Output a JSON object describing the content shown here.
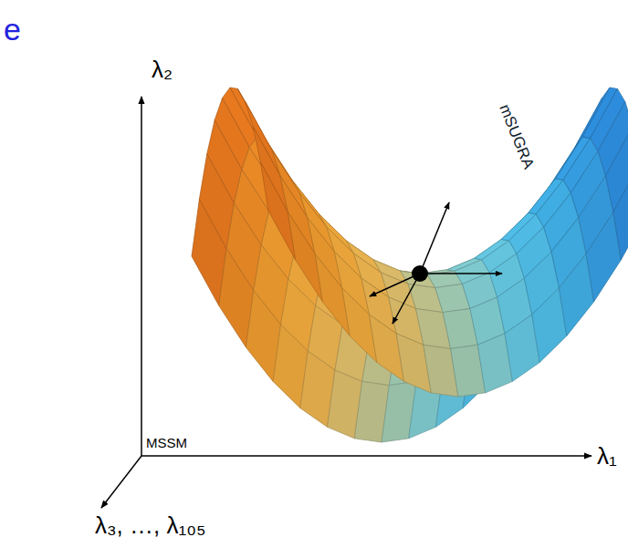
{
  "diagram": {
    "labels": [
      "e",
      "λ₂",
      "mSUGRA",
      "MSSM",
      "λ₁",
      "λ₃, …, λ₁₀₅"
    ]
  }
}
